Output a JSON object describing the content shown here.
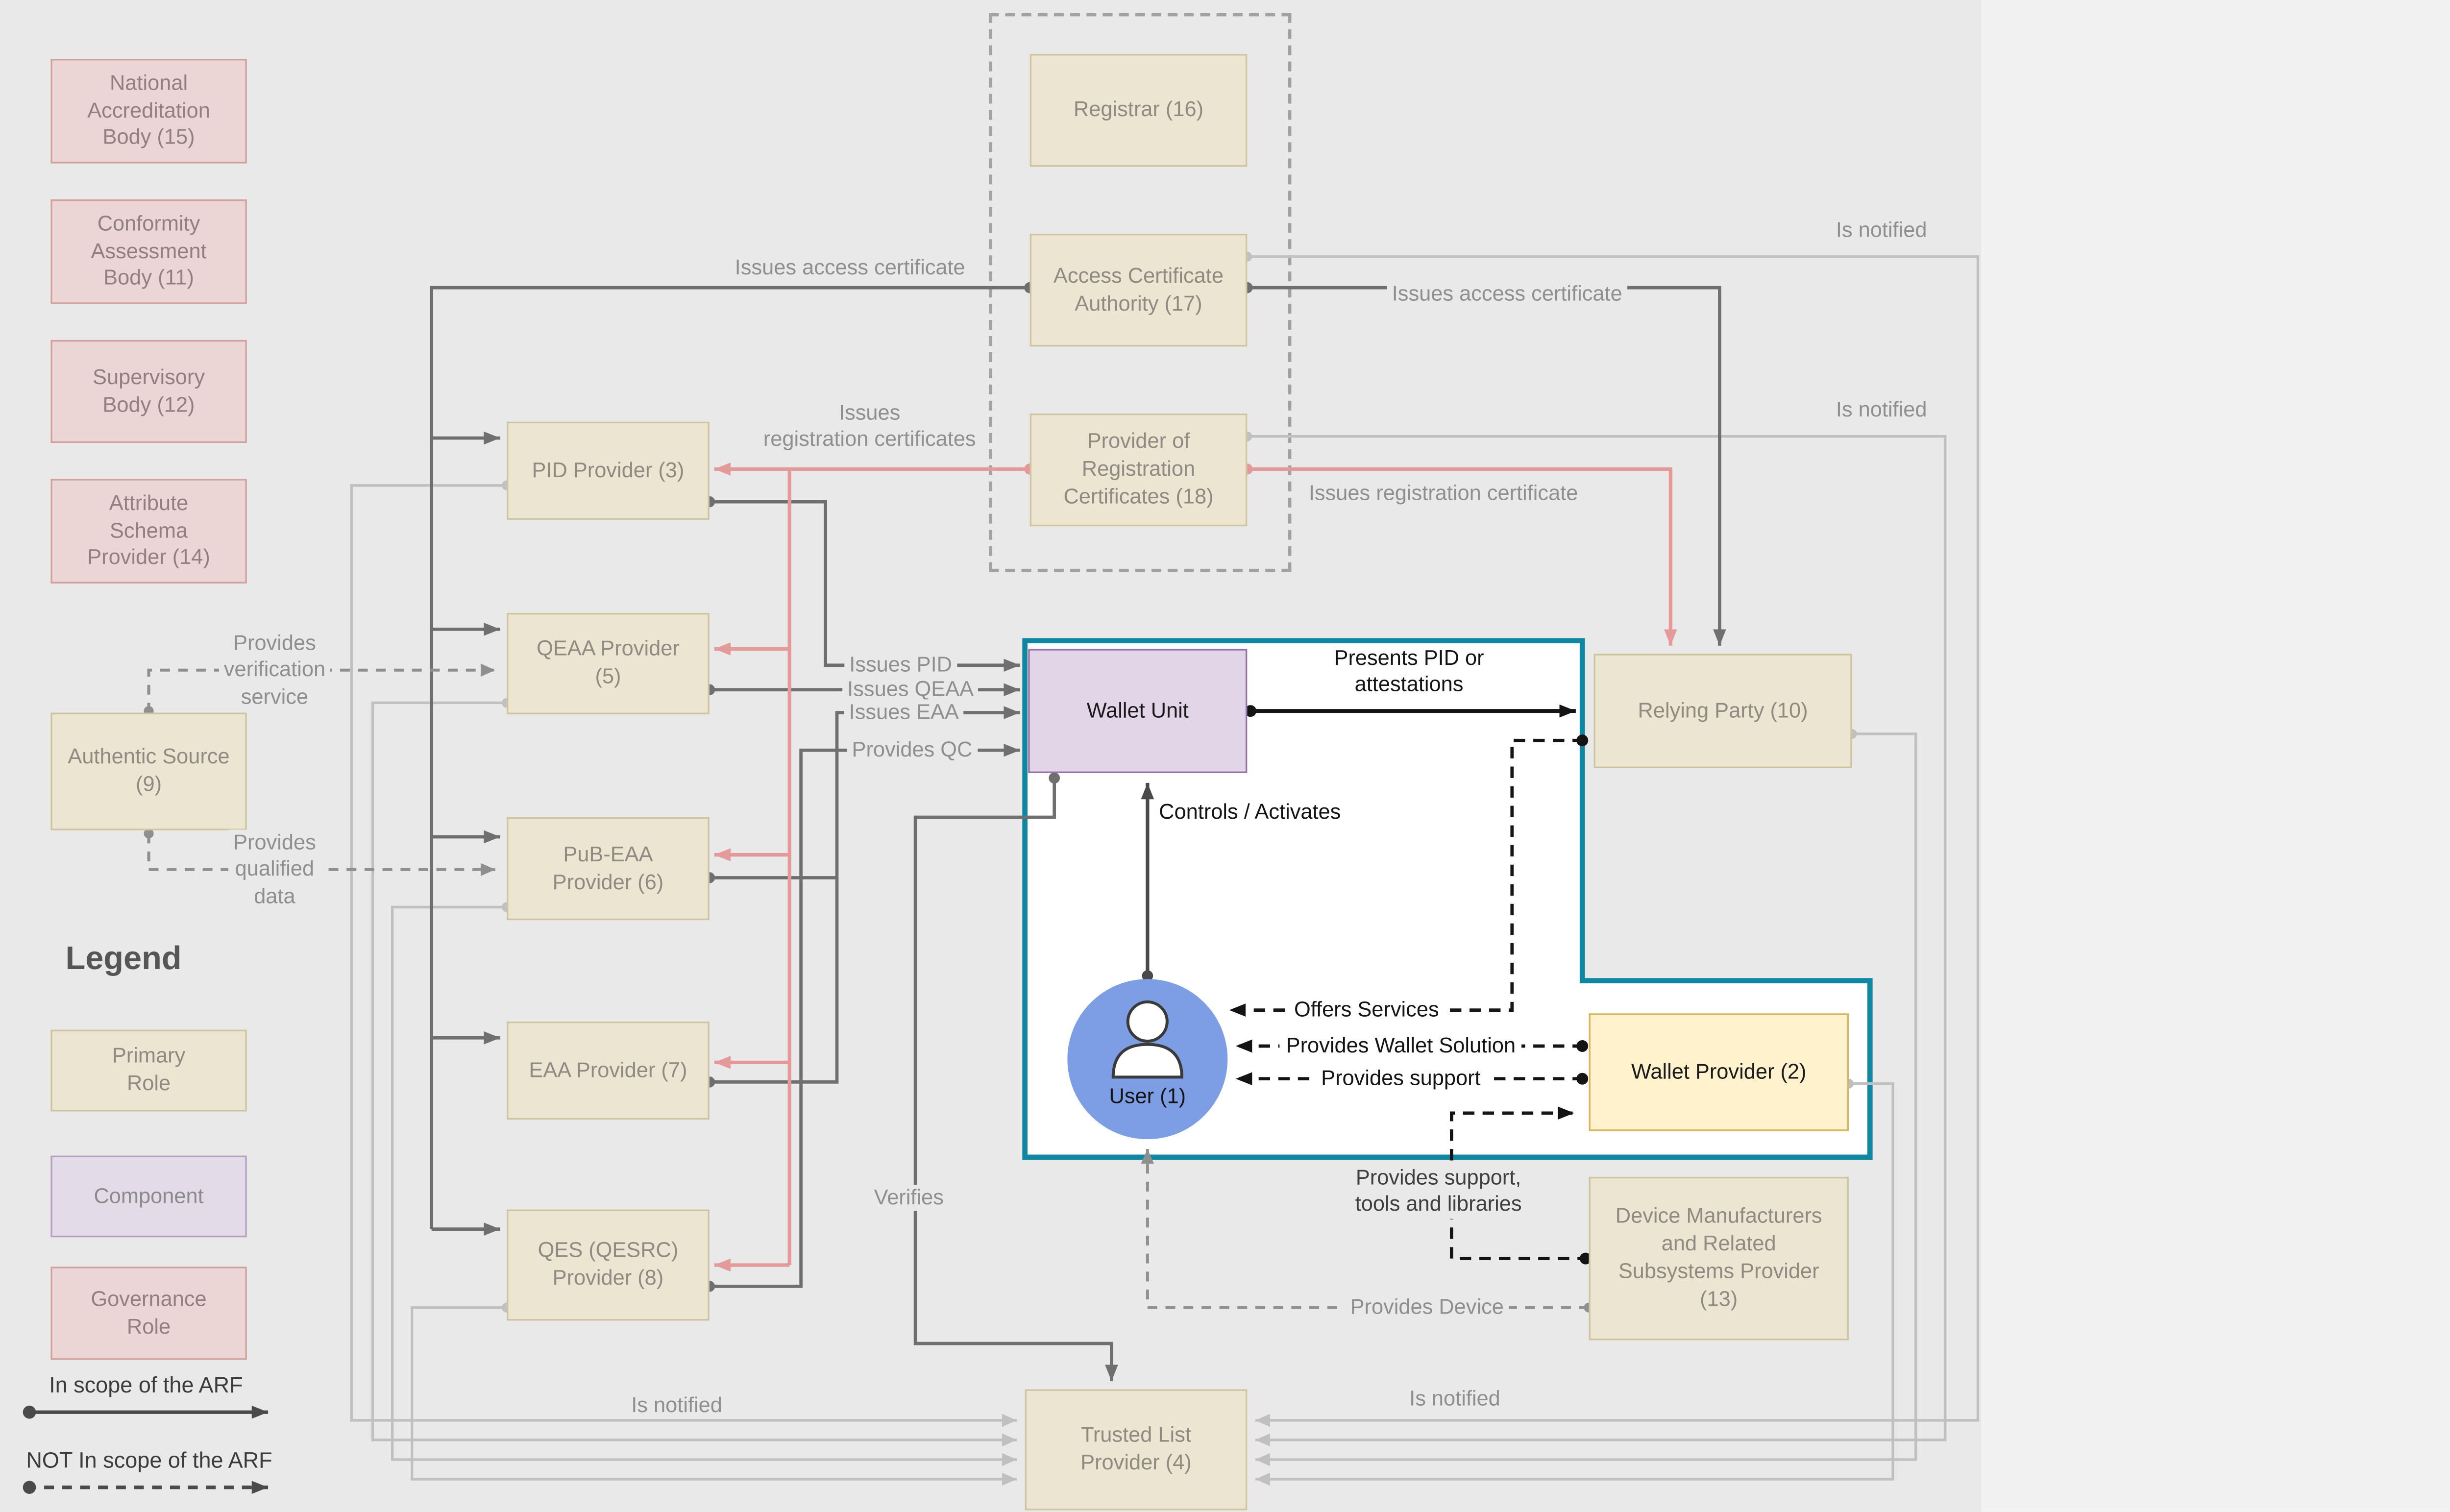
{
  "colors": {
    "canvas_background": "#e9e9e9",
    "side_panel_background": "#f1f1f1",
    "in_scope_border": "#0f87a3",
    "component_purple": "#e1d5e7",
    "wallet_provider_yellow": "#fff2cc",
    "governance_pink": "#ecd6d5",
    "primary_role_beige": "#ece5d2",
    "registration_arrow_pink": "#e39a98",
    "user_blue": "#7d9ee4"
  },
  "legend": {
    "title": "Legend",
    "primary_role": "Primary\nRole",
    "component": "Component",
    "governance_role": "Governance\nRole",
    "in_scope": "In scope of the ARF",
    "not_in_scope": "NOT In scope of the ARF"
  },
  "nodes": {
    "national_accreditation_body": "National\nAccreditation\nBody (15)",
    "conformity_assessment_body": "Conformity\nAssessment\nBody (11)",
    "supervisory_body": "Supervisory\nBody (12)",
    "attribute_schema_provider": "Attribute\nSchema\nProvider (14)",
    "authentic_source": "Authentic Source\n(9)",
    "pid_provider": "PID Provider (3)",
    "qeaa_provider": "QEAA Provider\n(5)",
    "pub_eaa_provider": "PuB-EAA\nProvider (6)",
    "eaa_provider": "EAA Provider (7)",
    "qes_provider": "QES (QESRC)\nProvider (8)",
    "registrar": "Registrar (16)",
    "access_certificate_authority": "Access Certificate\nAuthority (17)",
    "provider_of_registration_certificates": "Provider of\nRegistration\nCertificates (18)",
    "wallet_unit": "Wallet Unit",
    "user": "User (1)",
    "relying_party": "Relying Party (10)",
    "wallet_provider": "Wallet Provider (2)",
    "device_manufacturers": "Device Manufacturers\nand Related\nSubsystems Provider\n(13)",
    "trusted_list_provider": "Trusted List\nProvider (4)"
  },
  "edge_labels": {
    "issues_access_certificate": "Issues access certificate",
    "issues_registration_certificates": "Issues\nregistration certificates",
    "issues_registration_certificate": "Issues registration certificate",
    "is_notified": "Is notified",
    "issues_pid": "Issues PID",
    "issues_qeaa": "Issues QEAA",
    "issues_eaa": "Issues EAA",
    "provides_qc": "Provides QC",
    "provides_verification_service": "Provides\nverification\nservice",
    "provides_qualified_data": "Provides\nqualified\ndata",
    "presents_pid": "Presents PID or\nattestations",
    "controls_activates": "Controls / Activates",
    "offers_services": "Offers Services",
    "provides_wallet_solution": "Provides Wallet Solution",
    "provides_support": "Provides support",
    "provides_support_tools": "Provides support,\ntools and libraries",
    "provides_device": "Provides Device",
    "verifies": "Verifies"
  }
}
